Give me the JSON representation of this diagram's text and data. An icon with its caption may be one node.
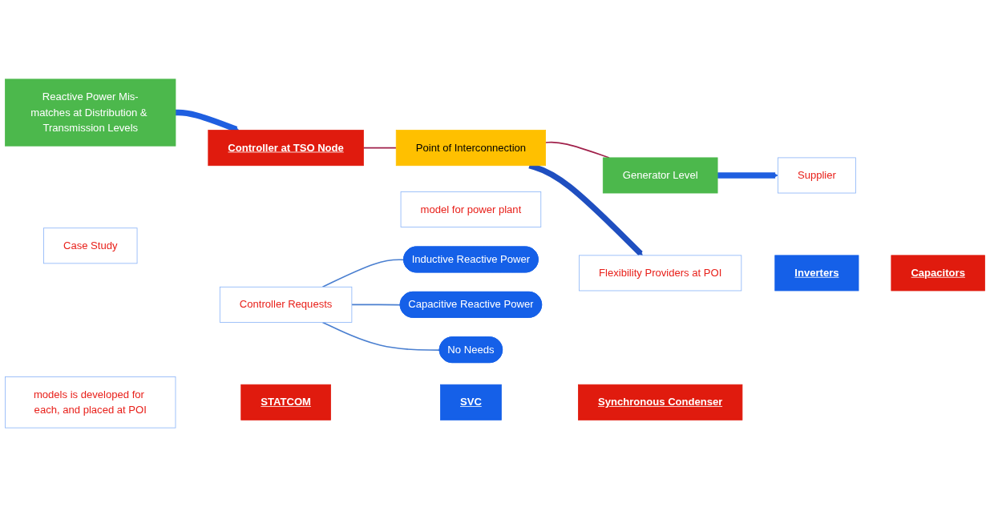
{
  "diagram": {
    "nodes": [
      {
        "text": [
          "Reactive Power Mis-matches at Distribution & Transmission Levels"
        ]
      },
      {
        "text": [
          "Case Study"
        ]
      },
      {
        "text": [
          "Controller at TSO Node"
        ]
      },
      {
        "text": [
          "Point of Interconnection"
        ]
      },
      {
        "text": [
          "model for power plant"
        ]
      },
      {
        "text": [
          "Generator Level"
        ]
      },
      {
        "text": [
          "Supplier"
        ]
      },
      {
        "text": [
          "Controller Requests"
        ]
      },
      {
        "text": [
          "Inductive Reactive Power"
        ]
      },
      {
        "text": [
          "Capacitive Reactive Power"
        ]
      },
      {
        "text": [
          "No Needs"
        ]
      },
      {
        "text": [
          "models is developed for each, and placed at POI"
        ]
      },
      {
        "text": [
          "STATCOM"
        ]
      },
      {
        "text": [
          "SVC"
        ]
      },
      {
        "text": [
          "Synchronous Condenser"
        ]
      },
      {
        "text": [
          "Flexibility Providers at POI"
        ]
      },
      {
        "text": [
          "Inverters"
        ]
      },
      {
        "text": [
          "Capacitors"
        ]
      }
    ],
    "edges": [
      {
        "from": 0,
        "to": 2,
        "arrow": "to",
        "style": "thick",
        "color": "#1f5fe0"
      },
      {
        "from": 2,
        "to": 3,
        "arrow": "none",
        "color": "#a0204a"
      },
      {
        "from": 3,
        "to": 5,
        "arrow": "none",
        "color": "#a0204a"
      },
      {
        "from": 5,
        "to": 6,
        "arrow": "to",
        "style": "thick",
        "color": "#1f5fe0"
      },
      {
        "from": 7,
        "to": 8,
        "arrow": "none",
        "color": "#4a7fd0"
      },
      {
        "from": 7,
        "to": 9,
        "arrow": "none",
        "color": "#4a7fd0"
      },
      {
        "from": 7,
        "to": 10,
        "arrow": "none",
        "color": "#4a7fd0"
      },
      {
        "from": 3,
        "to": 15,
        "arrow": "to",
        "style": "thick",
        "color": "#1f4fc0"
      }
    ]
  }
}
